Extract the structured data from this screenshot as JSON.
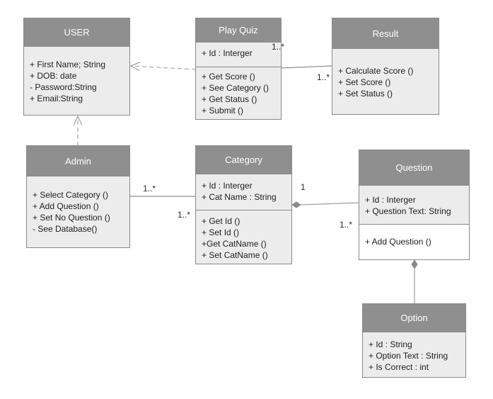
{
  "classes": {
    "user": {
      "name": "USER",
      "attributes": [
        "+ First Name; String",
        "+ DOB: date",
        "- Password:String",
        "+ Email:String"
      ],
      "methods": []
    },
    "play_quiz": {
      "name": "Play Quiz",
      "attributes": [
        "+ Id : Interger"
      ],
      "methods": [
        "+ Get Score ()",
        "+ See Category ()",
        "+ Get Status ()",
        "+ Submit ()"
      ]
    },
    "result": {
      "name": "Result",
      "attributes": [],
      "methods": [
        "+ Calculate Score ()",
        "+ Set Score ()",
        "+ Set Status ()"
      ]
    },
    "admin": {
      "name": "Admin",
      "attributes": [],
      "methods": [
        "+ Select Category ()",
        "+ Add Question ()",
        "+ Set No Question ()",
        "- See Database()"
      ]
    },
    "category": {
      "name": "Category",
      "attributes": [
        "+ Id : Interger",
        "+ Cat Name : String"
      ],
      "methods": [
        "+ Get Id ()",
        "+ Set Id ()",
        "+Get CatName ()",
        "+ Set CatName ()"
      ]
    },
    "question": {
      "name": "Question",
      "attributes": [
        "+ Id : Interger",
        "+ Question Text: String"
      ],
      "methods": [
        "+ Add Question ()"
      ]
    },
    "option": {
      "name": "Option",
      "attributes": [
        "+ Id : String",
        "+ Option Text : String",
        "+ Is Correct : int"
      ],
      "methods": []
    }
  },
  "multiplicities": {
    "playquiz_result_top": "1..*",
    "playquiz_result_bottom": "1..*",
    "admin_category_left": "1..*",
    "admin_category_right": "1..*",
    "category_question_one": "1",
    "category_question_many": "1..*"
  },
  "colors": {
    "header": "#8f8f8f",
    "body": "#ececec",
    "border": "#8a8a8a",
    "line": "#8f8f8f"
  }
}
